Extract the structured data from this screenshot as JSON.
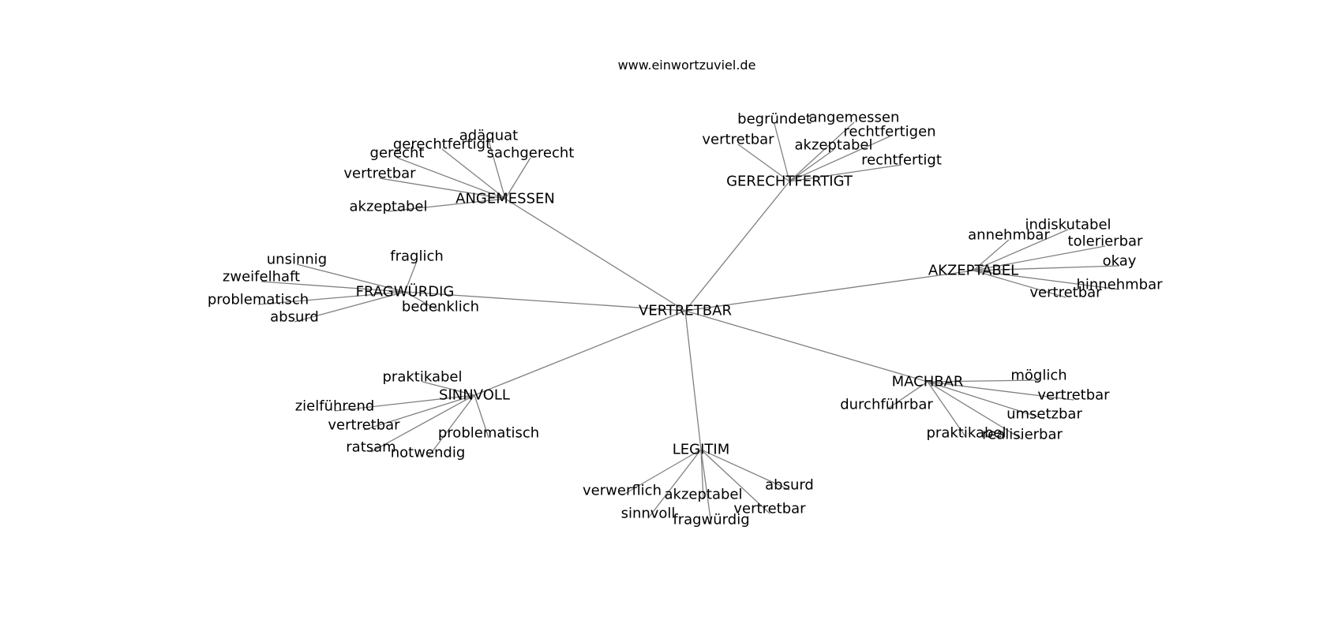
{
  "site": "www.einwortzuviel.de",
  "center": "VERTRETBAR",
  "clusters": [
    {
      "word": "ANGEMESSEN",
      "terms": [
        "adäquat",
        "gerechtfertigt",
        "gerecht",
        "sachgerecht",
        "vertretbar",
        "akzeptabel"
      ]
    },
    {
      "word": "GERECHTFERTIGT",
      "terms": [
        "begründet",
        "angemessen",
        "rechtfertigen",
        "vertretbar",
        "akzeptabel",
        "rechtfertigt"
      ]
    },
    {
      "word": "AKZEPTABEL",
      "terms": [
        "indiskutabel",
        "annehmbar",
        "tolerierbar",
        "okay",
        "hinnehmbar",
        "vertretbar"
      ]
    },
    {
      "word": "FRAGWÜRDIG",
      "terms": [
        "unsinnig",
        "fraglich",
        "zweifelhaft",
        "problematisch",
        "bedenklich",
        "absurd"
      ]
    },
    {
      "word": "SINNVOLL",
      "terms": [
        "praktikabel",
        "zielführend",
        "vertretbar",
        "problematisch",
        "ratsam",
        "notwendig"
      ]
    },
    {
      "word": "MACHBAR",
      "terms": [
        "möglich",
        "vertretbar",
        "durchführbar",
        "umsetzbar",
        "praktikabel",
        "realisierbar"
      ]
    },
    {
      "word": "LEGITIM",
      "terms": [
        "absurd",
        "verwerflich",
        "akzeptabel",
        "vertretbar",
        "sinnvoll",
        "fragwürdig"
      ]
    }
  ]
}
